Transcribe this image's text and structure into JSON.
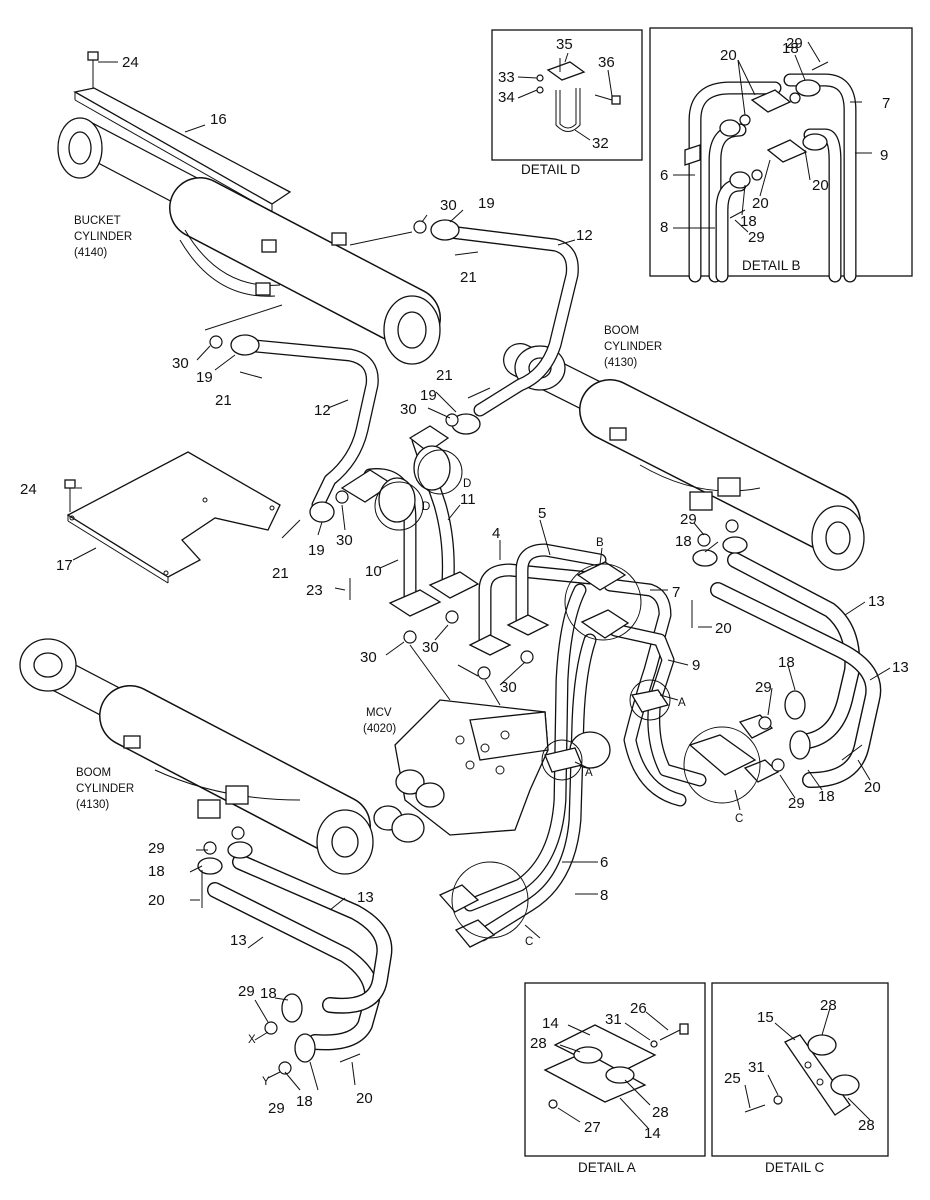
{
  "cylinders": {
    "bucket": [
      "BUCKET",
      "CYLINDER",
      "(4140)"
    ],
    "boom_right": [
      "BOOM",
      "CYLINDER",
      "(4130)"
    ],
    "boom_left": [
      "BOOM",
      "CYLINDER",
      "(4130)"
    ]
  },
  "mcv": [
    "MCV",
    "(4020)"
  ],
  "details": {
    "a": "DETAIL A",
    "b": "DETAIL B",
    "c": "DETAIL C",
    "d": "DETAIL D"
  },
  "marks": {
    "a": "A",
    "b": "B",
    "c": "C",
    "d": "D",
    "x": "X",
    "y": "Y"
  },
  "parts": {
    "n4": "4",
    "n5": "5",
    "n6": "6",
    "n7": "7",
    "n8": "8",
    "n9": "9",
    "n10": "10",
    "n11": "11",
    "n12": "12",
    "n13": "13",
    "n14": "14",
    "n15": "15",
    "n16": "16",
    "n17": "17",
    "n18": "18",
    "n19": "19",
    "n20": "20",
    "n21": "21",
    "n23": "23",
    "n24": "24",
    "n25": "25",
    "n26": "26",
    "n27": "27",
    "n28": "28",
    "n29": "29",
    "n30": "30",
    "n31": "31",
    "n32": "32",
    "n33": "33",
    "n34": "34",
    "n35": "35",
    "n36": "36"
  }
}
